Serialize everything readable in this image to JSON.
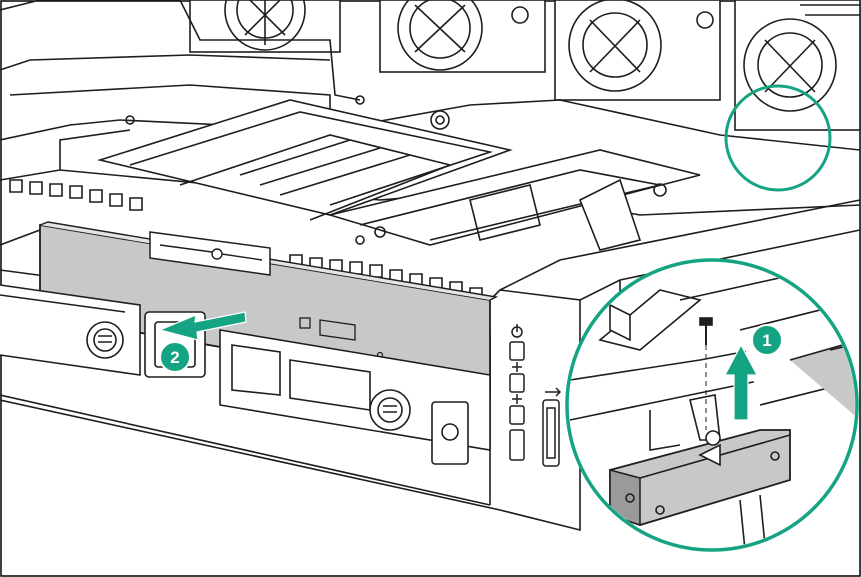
{
  "figure": {
    "colors": {
      "line": "#1e1e1e",
      "background": "#ffffff",
      "accent": "#15a483",
      "drive_gray": "#c8c8c8",
      "highlight_fill": "#ffffff"
    },
    "callouts": [
      {
        "id": "step-1",
        "label": "1"
      },
      {
        "id": "step-2",
        "label": "2"
      }
    ],
    "icons": [
      "power-icon",
      "usb-icon",
      "optical-drive-eject-icon"
    ]
  }
}
